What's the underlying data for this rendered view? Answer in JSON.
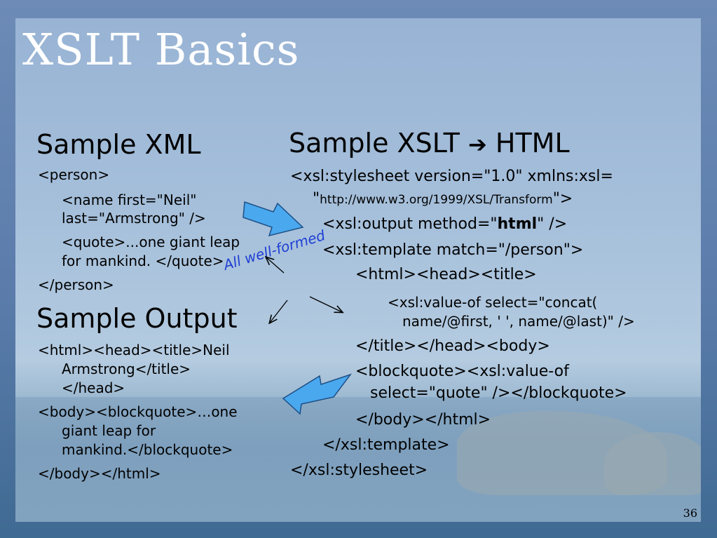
{
  "slide": {
    "title": "XSLT Basics",
    "page_number": "36"
  },
  "xml": {
    "heading": "Sample XML",
    "lines": [
      "<person>",
      "<name first=\"Neil\"",
      "last=\"Armstrong\" />",
      "<quote>...one giant leap",
      "for mankind. </quote>",
      "</person>"
    ]
  },
  "output": {
    "heading": "Sample Output",
    "lines": [
      "<html><head><title>Neil",
      "Armstrong</title>",
      "</head>",
      "<body><blockquote>…one",
      "giant leap for",
      "mankind.</blockquote>",
      "</body></html>"
    ]
  },
  "xslt": {
    "heading_left": "Sample XSLT",
    "heading_arrow": "➔",
    "heading_right": "HTML",
    "line1": "<xsl:stylesheet version=\"1.0\" xmlns:xsl=",
    "line2_open_quote": "\"",
    "line2_url": "http://www.w3.org/1999/XSL/Transform",
    "line2_close": "\">",
    "line3_pre": "<xsl:output method=\"",
    "line3_bold": "html",
    "line3_post": "\" />",
    "line4": "<xsl:template match=\"/person\">",
    "line5": "<html><head><title>",
    "line6": "<xsl:value-of select=\"concat(",
    "line7": "name/@first, ' ', name/@last)\" />",
    "line8": "</title></head><body>",
    "line9": "<blockquote><xsl:value-of",
    "line10": "select=\"quote\" /></blockquote>",
    "line11": "</body></html>",
    "line12": "</xsl:template>",
    "line13": "</xsl:stylesheet>"
  },
  "annotation": {
    "text": "All well-formed"
  },
  "colors": {
    "arrow_fill": "#4aa8ee",
    "annotation_text": "#1f3fd4",
    "title_text": "#ffffff"
  }
}
